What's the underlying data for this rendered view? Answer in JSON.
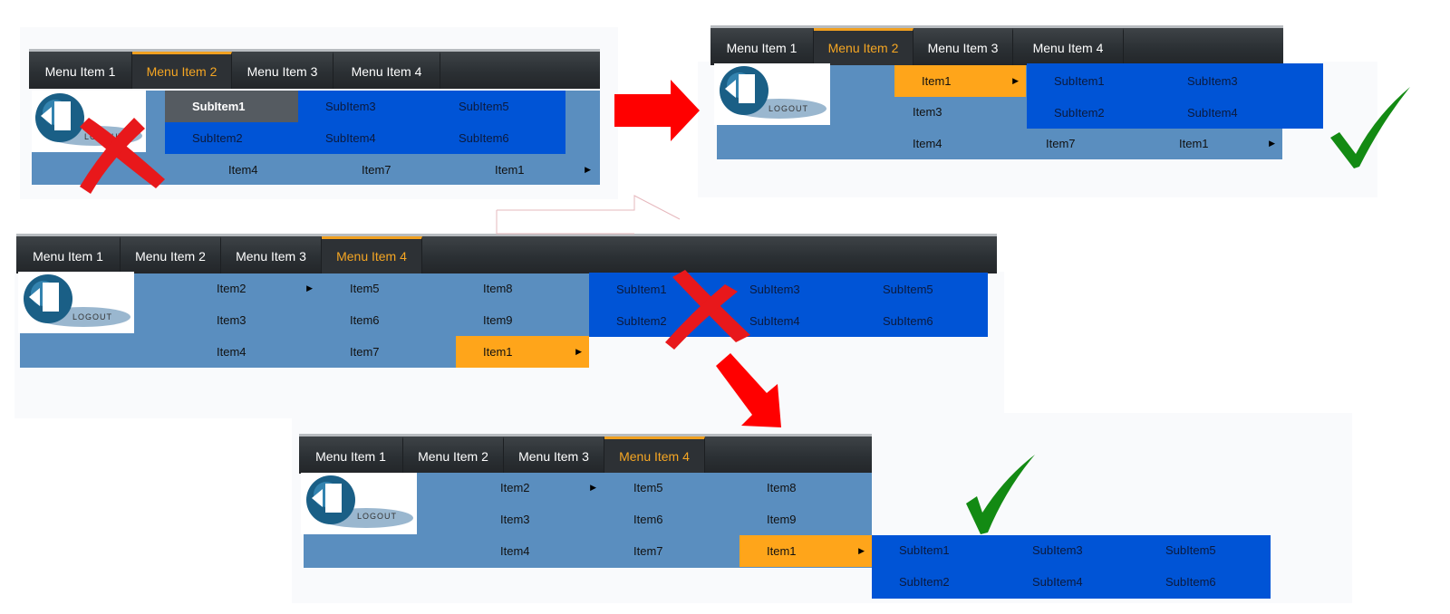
{
  "colors": {
    "nav_bg": "#2b3034",
    "nav_active_text": "#f5a623",
    "menu_body": "#5a8ebf",
    "submenu": "#0054d6",
    "highlight": "#ffa51a",
    "cross": "#e8181b",
    "check": "#138a13",
    "arrow": "#ff0000"
  },
  "logo": {
    "text": "LOGOUT"
  },
  "arrow_glyph": "▶",
  "nav_items": [
    "Menu Item 1",
    "Menu Item 2",
    "Menu Item 3",
    "Menu Item 4"
  ],
  "panels": {
    "p1": {
      "active_tab": "Menu Item 2",
      "status": "wrong",
      "submenu": [
        "SubItem1",
        "SubItem3",
        "SubItem5",
        "SubItem2",
        "SubItem4",
        "SubItem6"
      ],
      "items": [
        "Item4",
        "Item7",
        "Item1"
      ]
    },
    "p2": {
      "active_tab": "Menu Item 2",
      "status": "correct",
      "items": [
        "Item1",
        "Item3",
        "Item4",
        "Item7",
        "Item1"
      ],
      "submenu": [
        "SubItem1",
        "SubItem3",
        "SubItem2",
        "SubItem4"
      ]
    },
    "p3": {
      "active_tab": "Menu Item 4",
      "status": "wrong",
      "items": [
        "Item2",
        "Item5",
        "Item8",
        "Item3",
        "Item6",
        "Item9",
        "Item4",
        "Item7",
        "Item1"
      ],
      "submenu": [
        "SubItem1",
        "SubItem3",
        "SubItem5",
        "SubItem2",
        "SubItem4",
        "SubItem6"
      ]
    },
    "p4": {
      "active_tab": "Menu Item 4",
      "status": "correct",
      "items": [
        "Item2",
        "Item5",
        "Item8",
        "Item3",
        "Item6",
        "Item9",
        "Item4",
        "Item7",
        "Item1"
      ],
      "submenu": [
        "SubItem1",
        "SubItem3",
        "SubItem5",
        "SubItem2",
        "SubItem4",
        "SubItem6"
      ]
    }
  }
}
